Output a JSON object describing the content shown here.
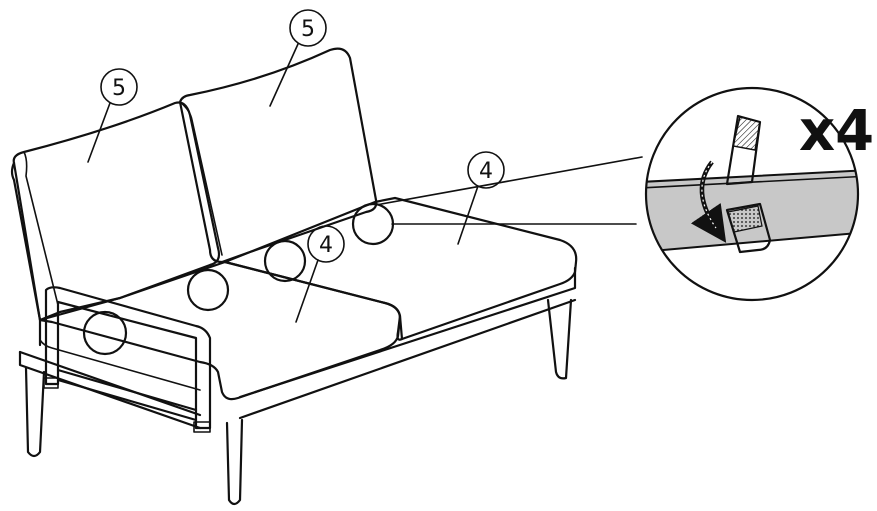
{
  "callouts": {
    "backrest_left": "5",
    "backrest_right": "5",
    "seat_left": "4",
    "seat_right": "4"
  },
  "detail": {
    "multiplier": "x4"
  }
}
